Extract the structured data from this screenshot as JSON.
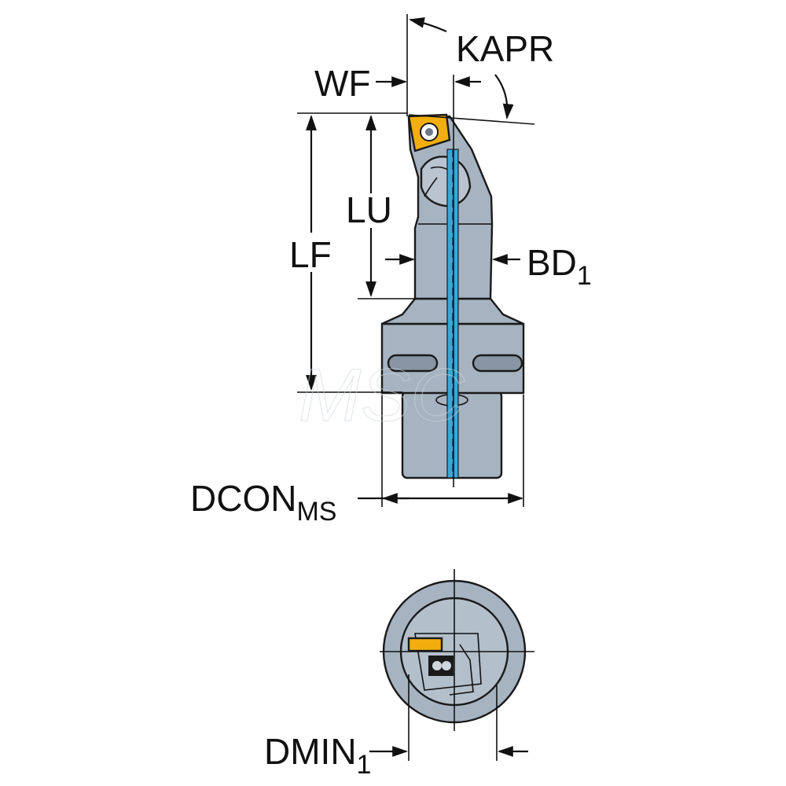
{
  "labels": {
    "kapr": "KAPR",
    "wf": "WF",
    "lu": "LU",
    "lf": "LF",
    "bd": "BD",
    "bd_sub": "1",
    "dcon": "DCON",
    "dcon_sub": "MS",
    "dmin": "DMIN",
    "dmin_sub": "1"
  },
  "watermark": "MSC",
  "colors": {
    "body": "#a6b3c1",
    "body_dark": "#8795a5",
    "coolant": "#39a7dc",
    "insert": "#f2ae0c",
    "line": "#111111",
    "background": "#ffffff"
  }
}
